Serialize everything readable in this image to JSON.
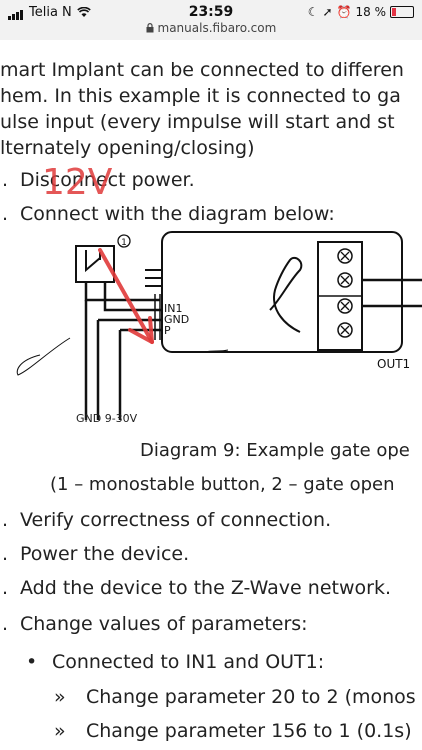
{
  "status": {
    "carrier": "Telia N",
    "time": "23:59",
    "url": "manuals.fibaro.com",
    "battery": "18 %",
    "battery_level": 0.18,
    "colors": {
      "battery_low": "#e23344"
    }
  },
  "article": {
    "paragraph_lines": [
      "mart Implant can be connected to differen",
      "hem. In this example it is connected to ga",
      "ulse input (every impulse will start and st",
      "lternately opening/closing)"
    ],
    "steps_top": [
      {
        "marker": ".",
        "text": "Disconnect power."
      },
      {
        "marker": ".",
        "text": "Connect with the diagram below:"
      }
    ],
    "annotation": "12V",
    "diagram": {
      "circle_label": "1",
      "pin_labels": [
        "IN1",
        "GND",
        "P"
      ],
      "output_label": "OUT1",
      "bottom_labels": "GND 9-30V",
      "colors": {
        "arrow": "#e03a3a"
      }
    },
    "caption": "Diagram 9: Example gate ope",
    "caption_sub": "(1 – monostable button, 2 – gate open",
    "steps_bottom": [
      {
        "marker": ".",
        "text": "Verify correctness of connection."
      },
      {
        "marker": ".",
        "text": "Power the device."
      },
      {
        "marker": ".",
        "text": "Add the device to the Z-Wave network."
      },
      {
        "marker": ".",
        "text": "Change values of parameters:"
      }
    ],
    "bullet": {
      "marker": "•",
      "text": "Connected to IN1 and OUT1:"
    },
    "subitems": [
      {
        "marker": "»",
        "text": "Change parameter 20 to 2 (monos"
      },
      {
        "marker": "»",
        "text": "Change parameter 156 to 1 (0.1s)"
      }
    ]
  }
}
